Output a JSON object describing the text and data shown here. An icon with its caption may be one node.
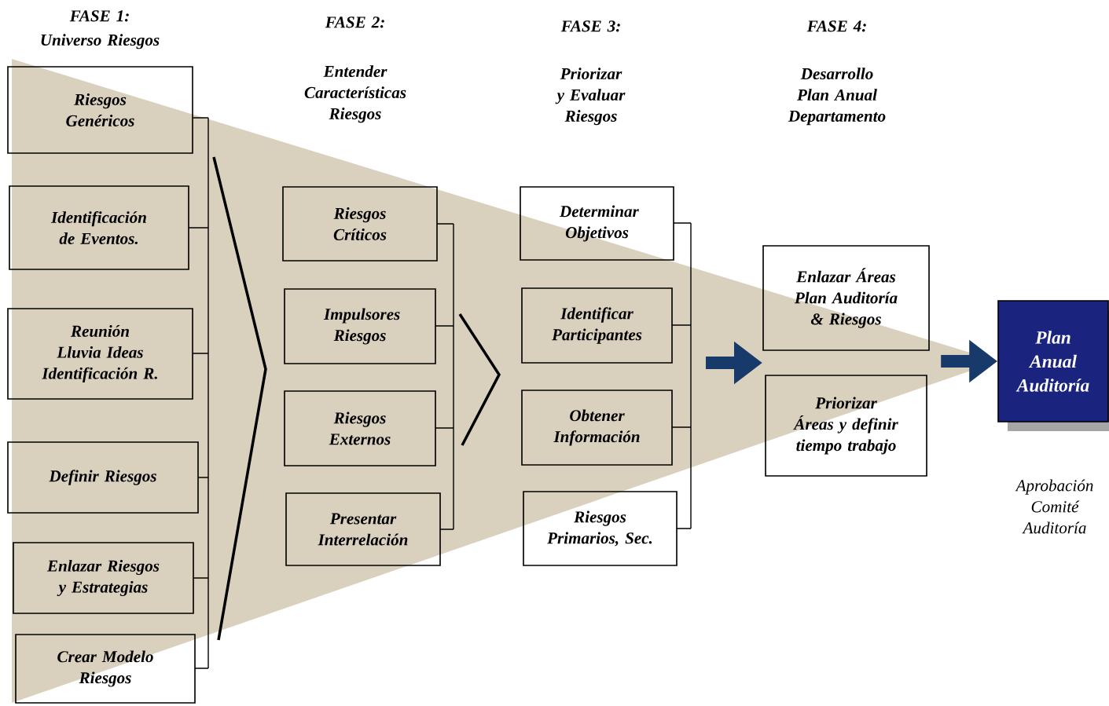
{
  "diagram": {
    "nodes": [
      {
        "text": [
          "Riesgos Genéricos"
        ]
      },
      {
        "text": [
          "Identificación de Eventos."
        ]
      },
      {
        "text": [
          "Reunión Lluvia Ideas Identificación R."
        ]
      },
      {
        "text": [
          "Definir Riesgos"
        ]
      },
      {
        "text": [
          "Enlazar Riesgos y Estrategias"
        ]
      },
      {
        "text": [
          "Crear Modelo Riesgos"
        ]
      },
      {
        "text": [
          "Riesgos Críticos"
        ]
      },
      {
        "text": [
          "Impulsores Riesgos"
        ]
      },
      {
        "text": [
          "Riesgos Externos"
        ]
      },
      {
        "text": [
          "Presentar Interrelación"
        ]
      },
      {
        "text": [
          "Determinar Objetivos"
        ]
      },
      {
        "text": [
          "Identificar Participantes"
        ]
      },
      {
        "text": [
          "Obtener Información"
        ]
      },
      {
        "text": [
          "Riesgos Primarios, Sec."
        ]
      },
      {
        "text": [
          "Enlazar Áreas Plan Auditoría & Riesgos"
        ]
      },
      {
        "text": [
          "Priorizar Áreas y definir tiempo trabajo"
        ]
      },
      {
        "text": [
          "Plan Anual Auditoría"
        ],
        "beside": [
          "Aprobación Comité Auditoría"
        ]
      }
    ],
    "edges": [
      {
        "from": null,
        "to": 16,
        "arrow": "to",
        "color": "#173a6b"
      }
    ],
    "labels": [
      "FASE 1:",
      "Universo Riesgos",
      "FASE 2:",
      "Entender Características Riesgos",
      "FASE 3:",
      "Priorizar y Evaluar Riesgos",
      "FASE 4:",
      "Desarrollo Plan Anual Departamento"
    ]
  }
}
